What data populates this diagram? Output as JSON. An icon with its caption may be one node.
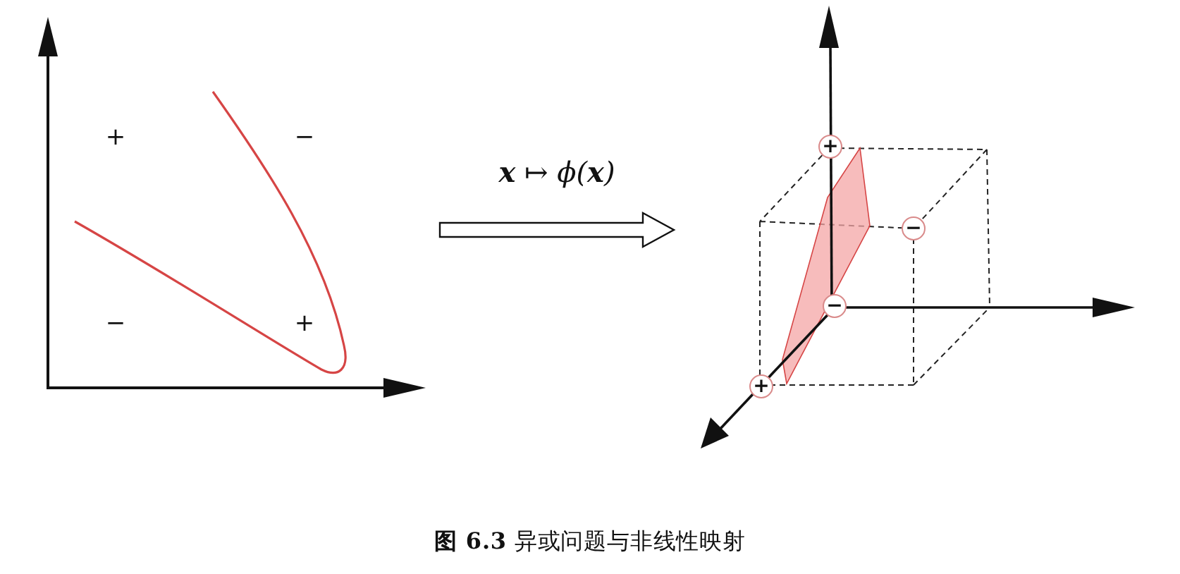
{
  "diagram": {
    "caption": "**图 6.3** 异或问题与非线性映射",
    "nodes": [
      {
        "text": [],
        "shape": "picture"
      },
      {
        "text": [],
        "shape": "picture"
      }
    ],
    "edges": [
      {
        "from": 0,
        "to": 1,
        "arrow": "to",
        "label": "**x** ↦ ϕ(**x**)",
        "style": "thick"
      }
    ],
    "labels": [
      "+",
      "−",
      "+",
      "−",
      "−",
      "−",
      "+",
      "+"
    ]
  }
}
